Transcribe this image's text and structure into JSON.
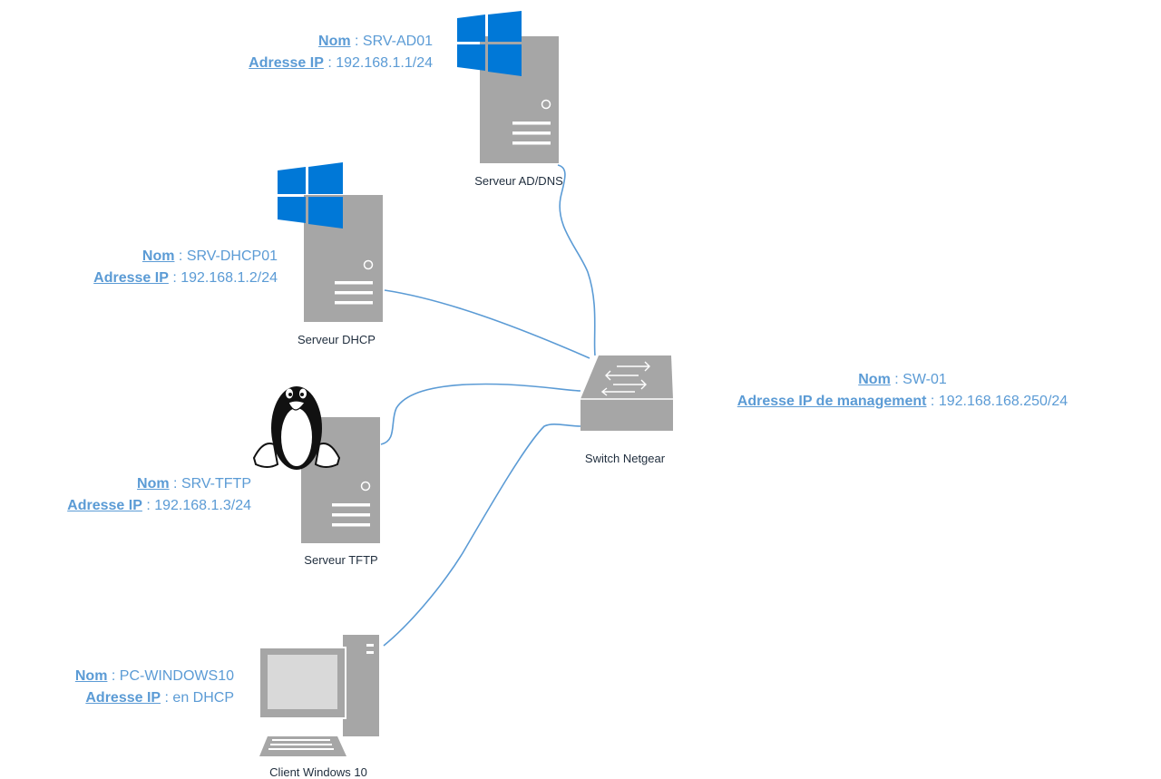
{
  "colors": {
    "label": "#5b9bd5",
    "link": "#5b9bd5",
    "device": "#a6a6a6",
    "windows": "#0078d7",
    "caption": "#1f2d3d"
  },
  "nodes": {
    "ad": {
      "icon": "server-windows-icon",
      "caption": "Serveur AD/DNS",
      "name_key": "Nom",
      "name_value": "SRV-AD01",
      "ip_key": "Adresse IP",
      "ip_value": "192.168.1.1/24"
    },
    "dhcp": {
      "icon": "server-windows-icon",
      "caption": "Serveur DHCP",
      "name_key": "Nom",
      "name_value": "SRV-DHCP01",
      "ip_key": "Adresse IP",
      "ip_value": "192.168.1.2/24"
    },
    "tftp": {
      "icon": "server-linux-icon",
      "caption": "Serveur TFTP",
      "name_key": "Nom",
      "name_value": "SRV-TFTP",
      "ip_key": "Adresse IP",
      "ip_value": "192.168.1.3/24"
    },
    "switch": {
      "icon": "network-switch-icon",
      "caption": "Switch Netgear",
      "name_key": "Nom",
      "name_value": "SW-01",
      "ip_key": "Adresse IP de management",
      "ip_value": "192.168.168.250/24"
    },
    "client": {
      "icon": "desktop-computer-icon",
      "caption": "Client Windows 10",
      "name_key": "Nom",
      "name_value": "PC-WINDOWS10",
      "ip_key": "Adresse IP",
      "ip_value": "en DHCP"
    }
  },
  "separator": " : "
}
